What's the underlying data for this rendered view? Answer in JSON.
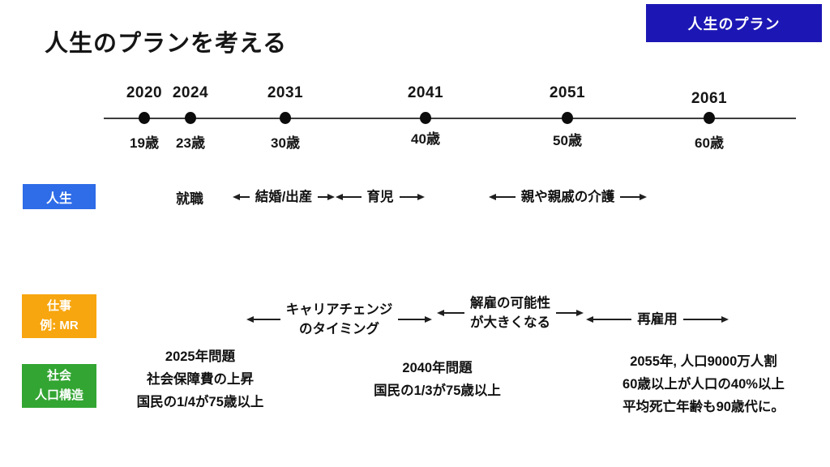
{
  "title": "人生のプランを考える",
  "corner_tag": "人生のプラン",
  "colors": {
    "corner_tag_bg": "#1c17b4",
    "life_box_bg": "#2e6ce8",
    "work_box_bg": "#f7a60f",
    "society_box_bg": "#33a532",
    "timeline": "#3d3d3d",
    "text": "#151515"
  },
  "timeline": {
    "points": [
      {
        "year": "2020",
        "age": "19歳"
      },
      {
        "year": "2024",
        "age": "23歳"
      },
      {
        "year": "2031",
        "age": "30歳"
      },
      {
        "year": "2041",
        "age": "40歳"
      },
      {
        "year": "2051",
        "age": "50歳"
      },
      {
        "year": "2061",
        "age": "60歳"
      }
    ]
  },
  "life_row": {
    "label": "人生",
    "milestone": "就職",
    "span_marriage": "結婚/出産",
    "span_childcare": "育児",
    "span_parent_care": "親や親戚の介護"
  },
  "work_row": {
    "label": "仕事",
    "sublabel": "例: MR",
    "span_career_line1": "キャリアチェンジ",
    "span_career_line2": "のタイミング",
    "span_layoff_line1": "解雇の可能性",
    "span_layoff_line2": "が大きくなる",
    "span_reemployment": "再雇用"
  },
  "society_row": {
    "label": "社会",
    "sublabel": "人口構造",
    "note_2025_line1": "2025年問題",
    "note_2025_line2": "社会保障費の上昇",
    "note_2025_line3": "国民の1/4が75歳以上",
    "note_2040_line1": "2040年問題",
    "note_2040_line2": "国民の1/3が75歳以上",
    "note_2055_line1": "2055年, 人口9000万人割",
    "note_2055_line2": "60歳以上が人口の40%以上",
    "note_2055_line3": "平均死亡年齢も90歳代に。"
  }
}
